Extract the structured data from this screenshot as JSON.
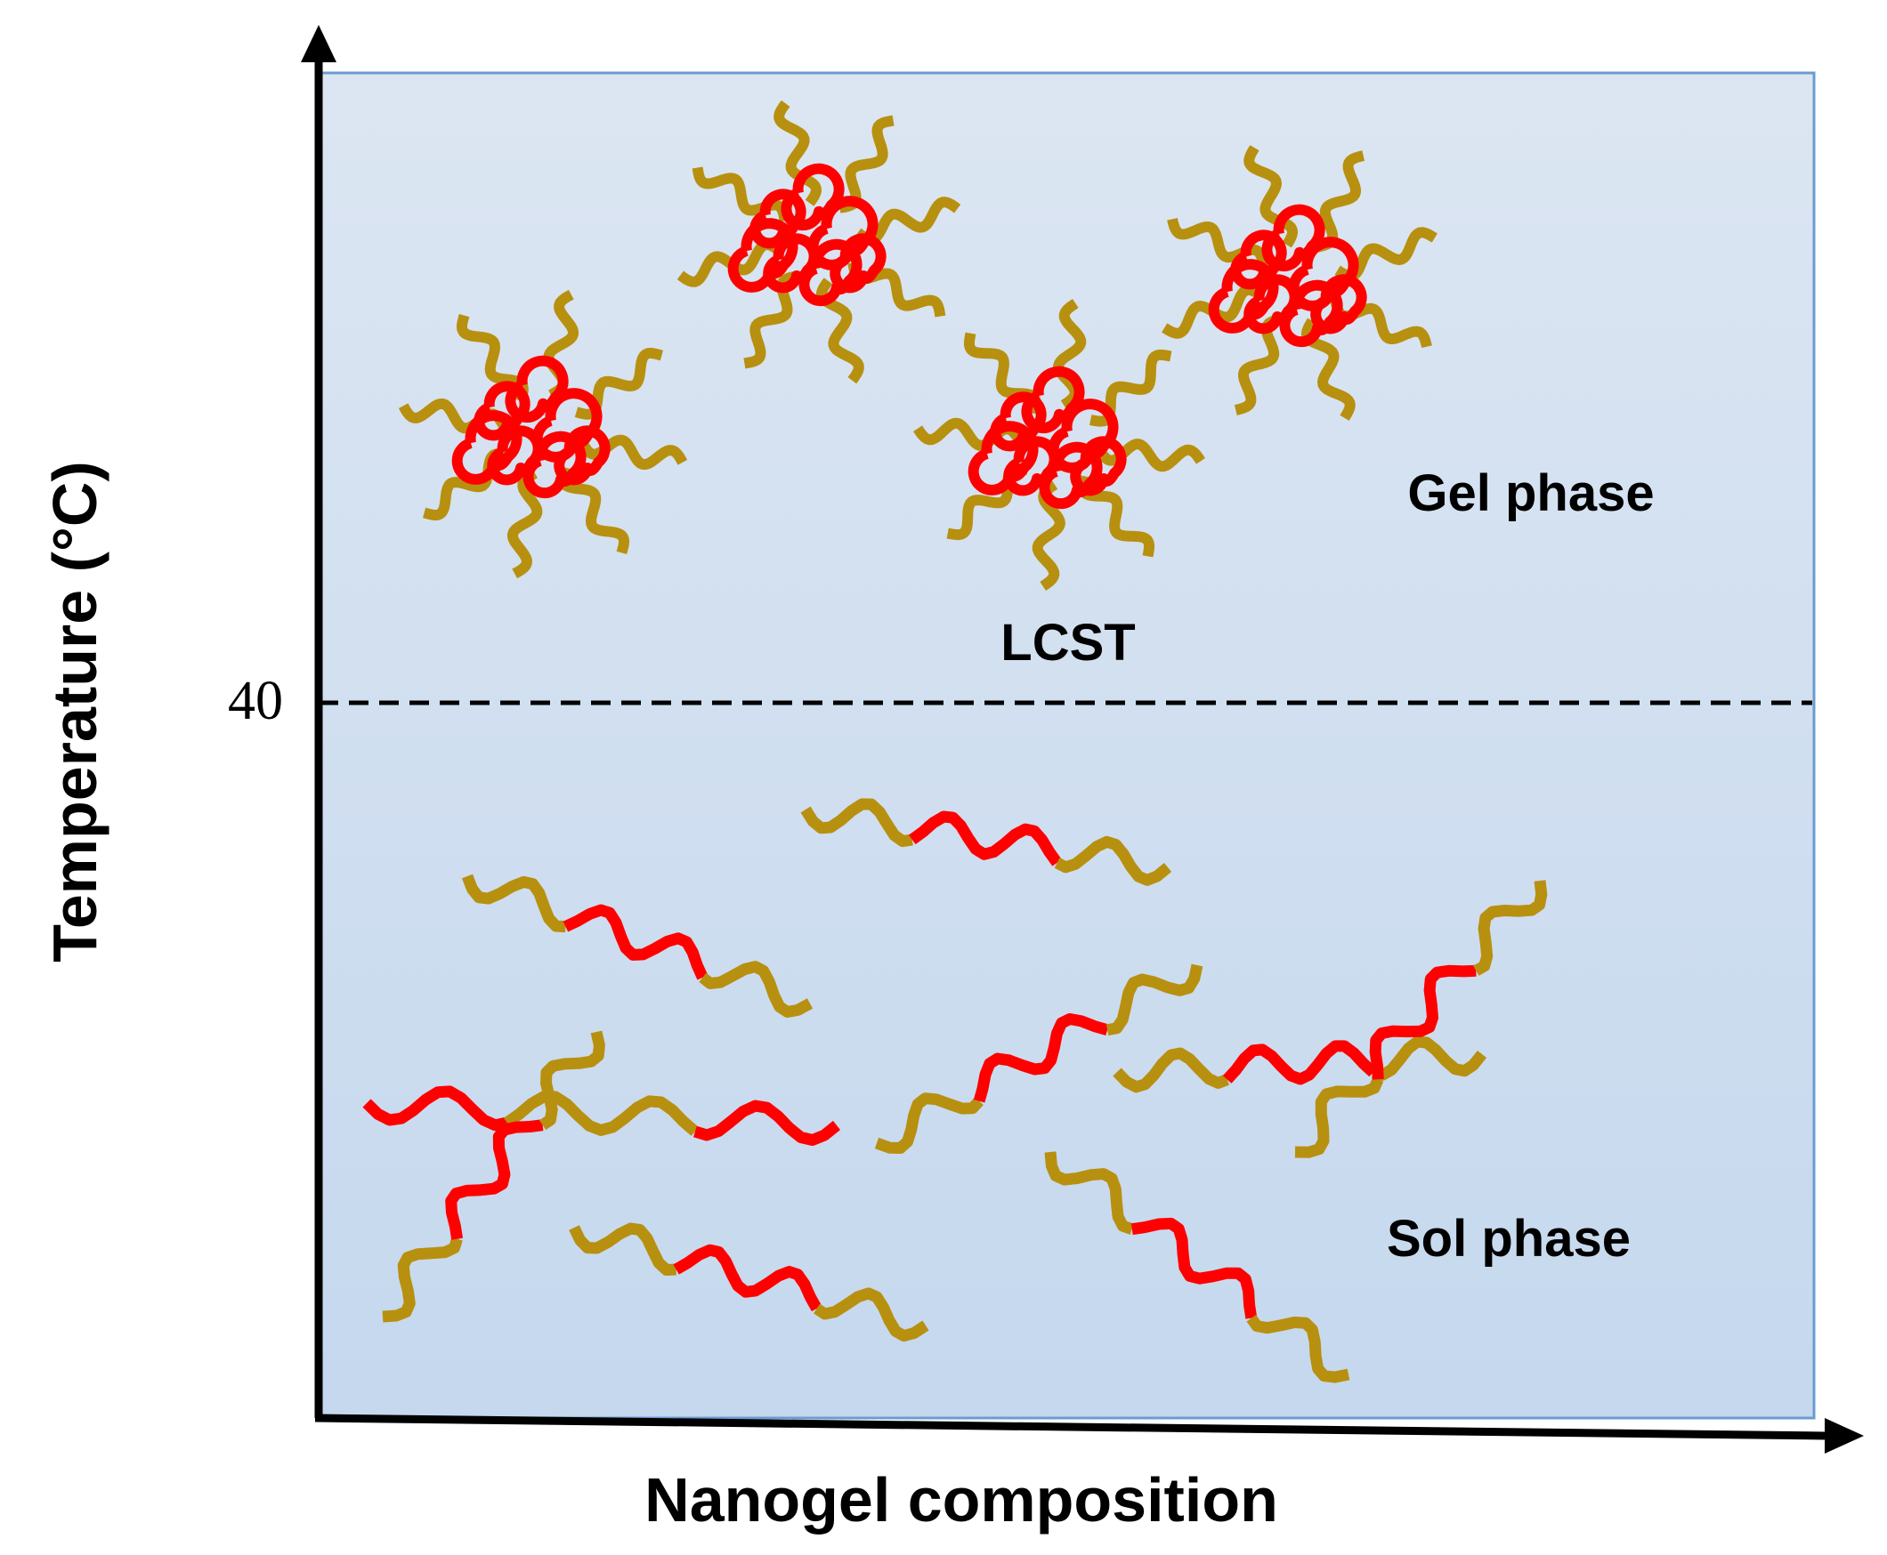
{
  "axes": {
    "y_label": "Temperature (°C)",
    "x_label": "Nanogel composition",
    "y_tick": "40"
  },
  "labels": {
    "threshold": "LCST",
    "upper_region": "Gel phase",
    "lower_region": "Sol phase"
  },
  "colors": {
    "background_top": "#dce6f2",
    "background_bottom": "#c5d8ee",
    "frame": "#6b9bd2",
    "hydrophobic_block": "#ff0000",
    "hydrophilic_block": "#b8900f",
    "axis": "#000000"
  },
  "illustration": {
    "gel_phase_micelles": 4,
    "sol_phase_chains": 9
  }
}
